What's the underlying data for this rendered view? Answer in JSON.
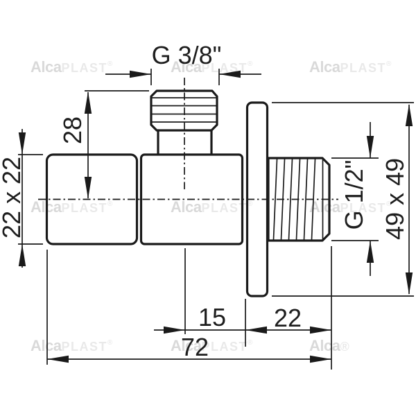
{
  "drawing": {
    "type": "technical-drawing",
    "subject": "angle-valve-side-view",
    "colors": {
      "line": "#1a1a1a",
      "background": "#ffffff",
      "watermark_bold": "#d9d9d9",
      "watermark_light": "#e9e9e9"
    },
    "labels": {
      "top_thread": "G 3/8\"",
      "center_height": "28",
      "body_square": "22 x 22",
      "flange_square": "49 x 49",
      "outlet_thread": "G 1/2\"",
      "center_to_flange": "15",
      "flange_to_end": "22",
      "total_length": "72"
    },
    "watermark": {
      "bold": "Alca",
      "light": "PLAST",
      "reg": "®"
    }
  }
}
